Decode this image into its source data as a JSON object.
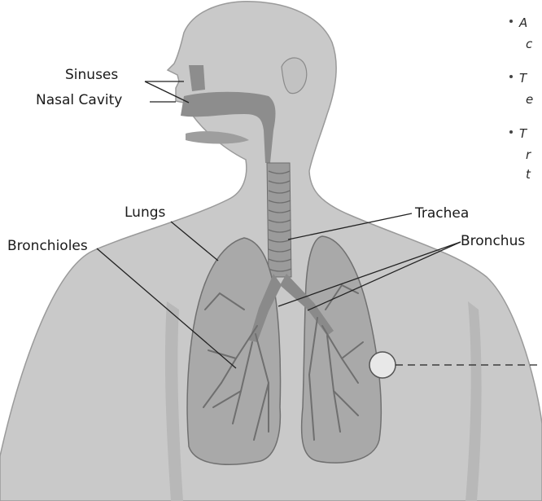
{
  "labels": {
    "sinuses": "Sinuses",
    "nasal_cavity": "Nasal Cavity",
    "lungs": "Lungs",
    "trachea": "Trachea",
    "bronchioles": "Bronchioles",
    "bronchus": "Bronchus"
  },
  "side_notes": [
    {
      "line1": "A",
      "line2": "c"
    },
    {
      "line1": "T",
      "line2": "e"
    },
    {
      "line1": "T",
      "line2": "r",
      "line3": "t"
    }
  ],
  "colors": {
    "skin": "#c9c9c9",
    "skin_shadow": "#b8b8b8",
    "airway": "#8d8d8d",
    "lung": "#a9a9a9",
    "branch": "#6f6f6f",
    "leader": "#222222"
  }
}
